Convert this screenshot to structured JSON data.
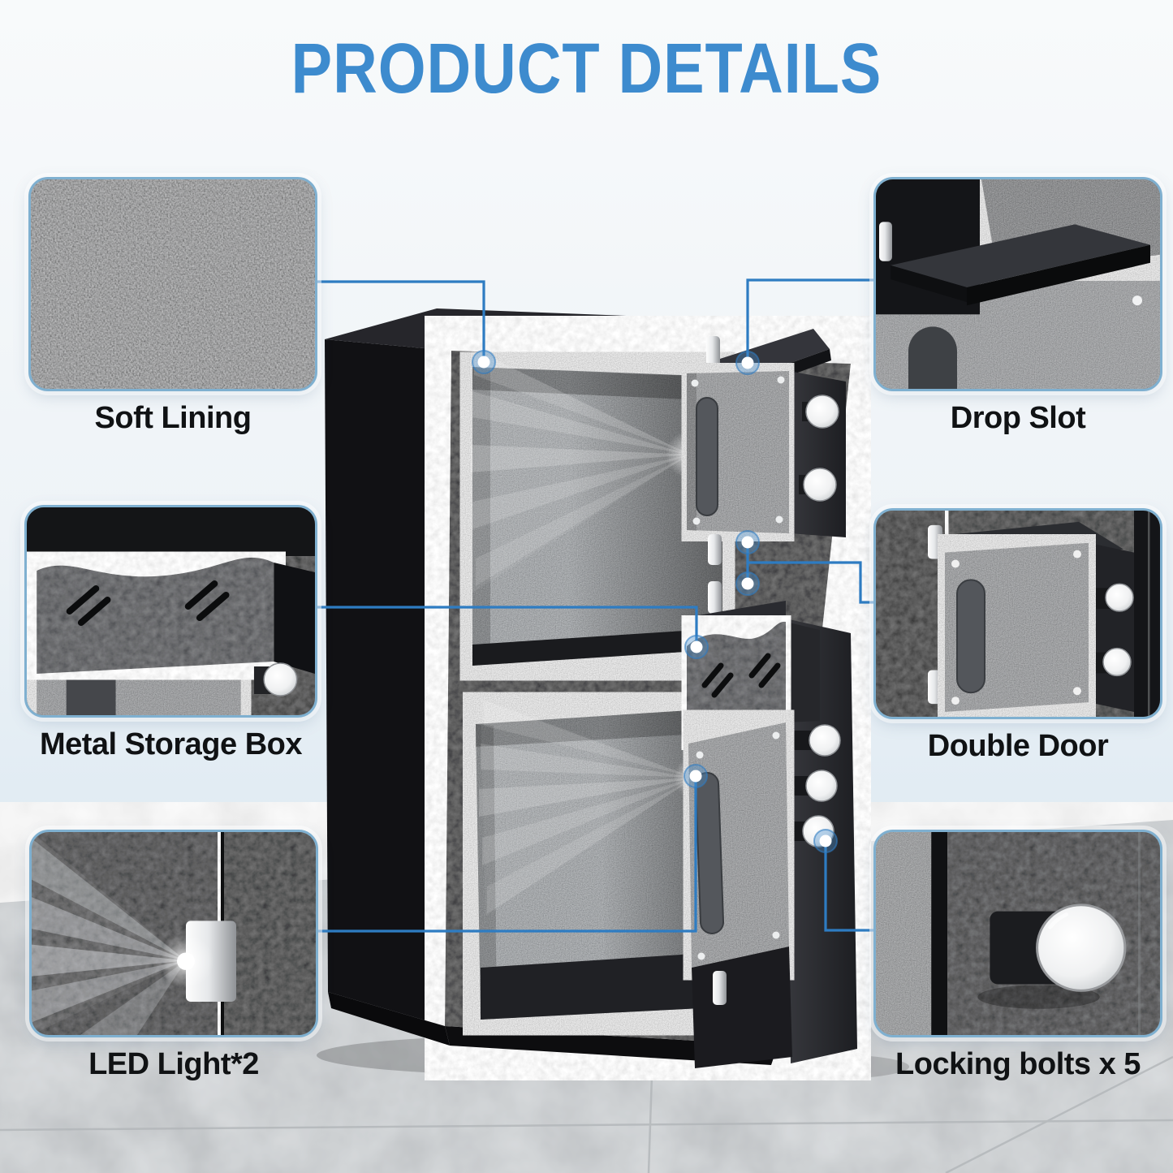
{
  "title": "PRODUCT DETAILS",
  "callouts": [
    {
      "id": "soft-lining",
      "label": "Soft Lining"
    },
    {
      "id": "drop-slot",
      "label": "Drop Slot"
    },
    {
      "id": "metal-storage-box",
      "label": "Metal Storage Box"
    },
    {
      "id": "double-door",
      "label": "Double Door"
    },
    {
      "id": "led-light",
      "label": "LED Light*2"
    },
    {
      "id": "locking-bolts",
      "label": "Locking bolts x 5"
    }
  ],
  "colors": {
    "title_blue": "#3d8bce",
    "connector_blue": "#2e7cc2",
    "callout_border_blue": "#7fb0d0",
    "label_black": "#101214"
  }
}
